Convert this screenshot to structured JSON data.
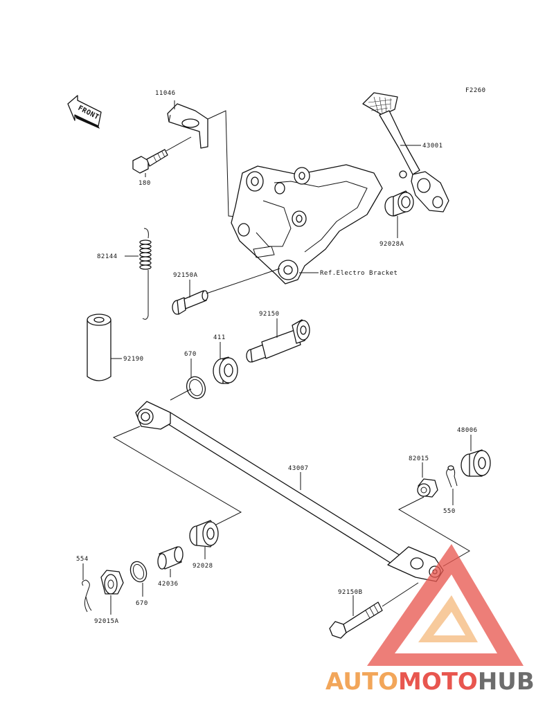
{
  "diagram": {
    "code": "F2260",
    "front_label": "FRONT",
    "parts": {
      "p11046": "11046",
      "p180": "180",
      "p43001": "43001",
      "p92028A": "92028A",
      "p82144": "82144",
      "p92150A": "92150A",
      "ref_electro": "Ref.Electro Bracket",
      "p92150": "92150",
      "p411": "411",
      "p670_top": "670",
      "p92190": "92190",
      "p48006": "48006",
      "p82015": "82015",
      "p43007": "43007",
      "p550": "550",
      "p554": "554",
      "p92028": "92028",
      "p42036": "42036",
      "p670_bottom": "670",
      "p92015A": "92015A",
      "p92150B": "92150B"
    }
  },
  "watermark": {
    "brand_part1": "AUTO",
    "brand_part2": "MOTO",
    "brand_part3": "HUB",
    "color_orange": "#f2a65a",
    "color_red": "#e8564f",
    "color_gray": "#6d6d6d"
  }
}
